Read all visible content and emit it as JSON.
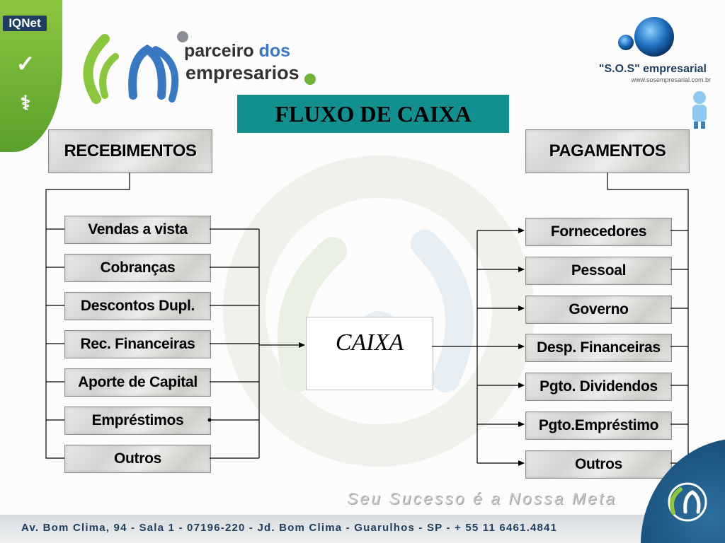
{
  "header": {
    "iqnet_label": "IQNet",
    "parceiro_logo": {
      "line1_a": "parceiro",
      "line1_b": "dos",
      "line2": "empresarios"
    },
    "sos_logo": {
      "title": "\"S.O.S\" empresarial",
      "url": "www.sosempresarial.com.br"
    }
  },
  "title": "FLUXO DE CAIXA",
  "recebimentos": {
    "label": "RECEBIMENTOS",
    "items": [
      "Vendas a vista",
      "Cobranças",
      "Descontos Dupl.",
      "Rec. Financeiras",
      "Aporte de Capital",
      "Empréstimos",
      "Outros"
    ]
  },
  "caixa": {
    "label": "CAIXA"
  },
  "pagamentos": {
    "label": "PAGAMENTOS",
    "items": [
      "Fornecedores",
      "Pessoal",
      "Governo",
      "Desp. Financeiras",
      "Pgto. Dividendos",
      "Pgto.Empréstimo",
      "Outros"
    ]
  },
  "footer": {
    "slogan": "Seu Sucesso é a Nossa Meta",
    "address": "Av. Bom Clima, 94 - Sala 1 - 07196-220 - Jd. Bom Clima - Guarulhos - SP  - + 55 11  6461.4841"
  },
  "colors": {
    "title_bg": "#129090",
    "accent_green": "#8cc63f",
    "accent_blue": "#1f3d5c"
  }
}
